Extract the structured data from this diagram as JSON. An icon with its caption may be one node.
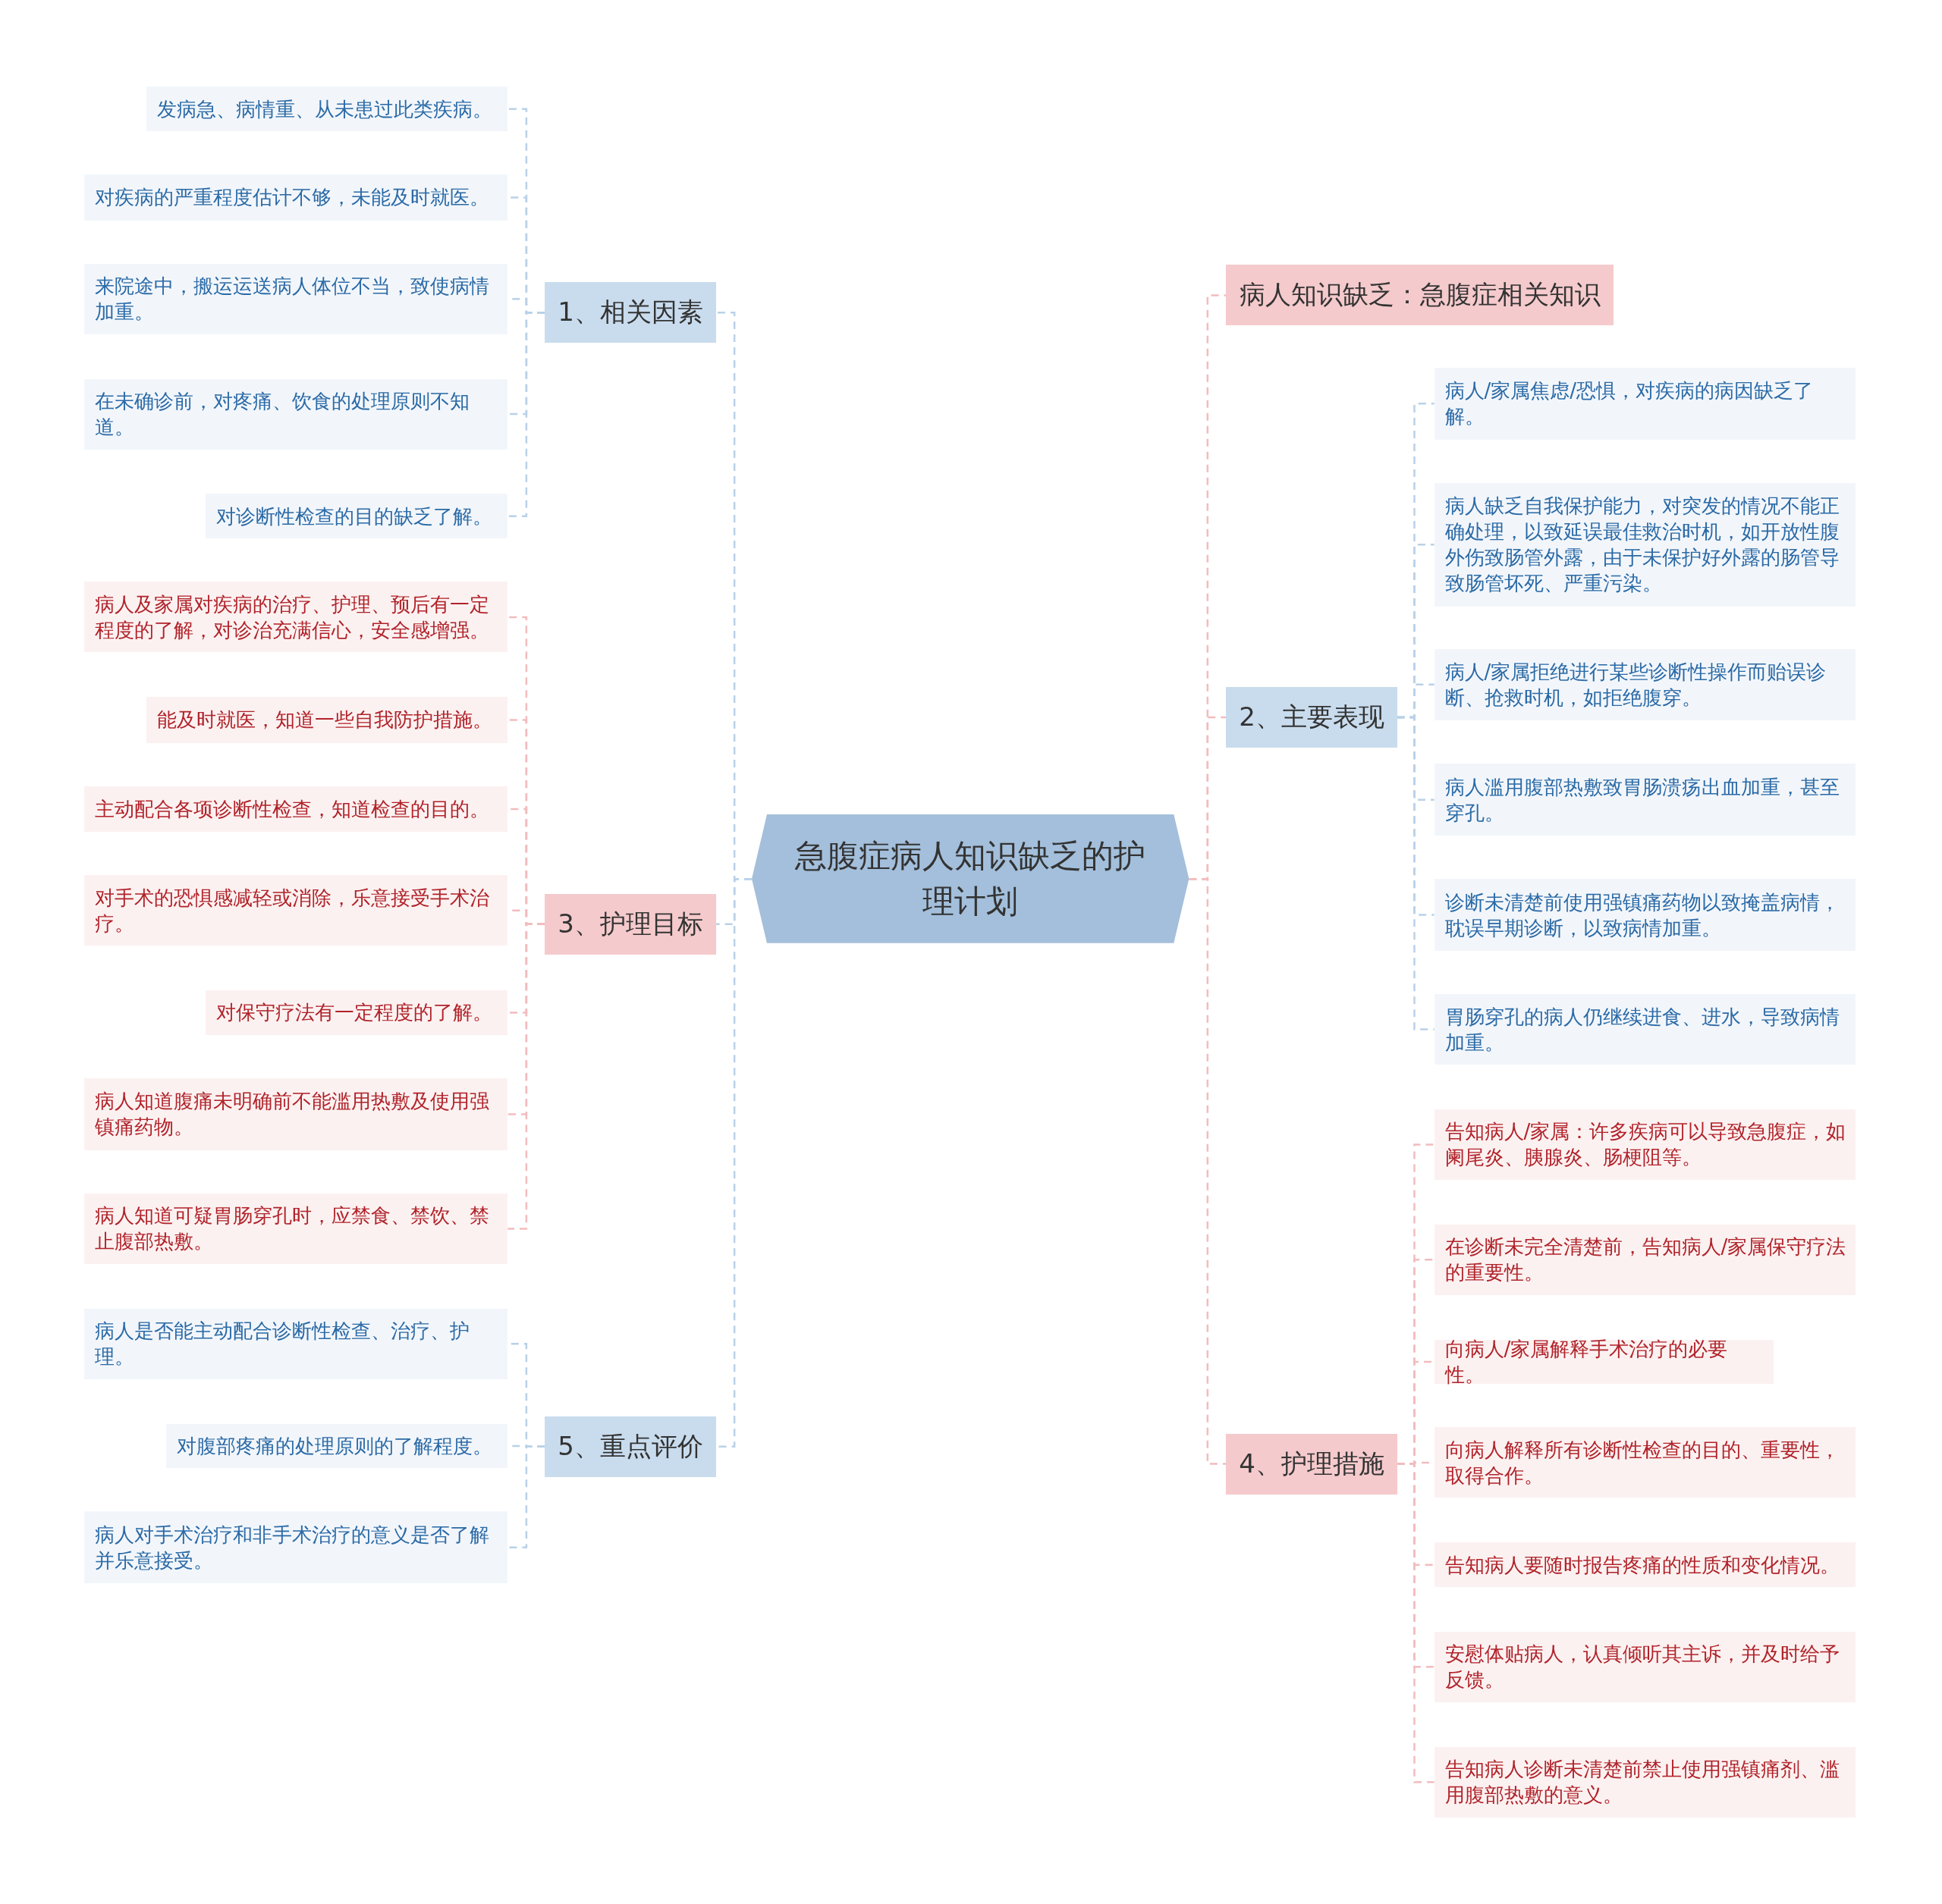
{
  "diagram": {
    "nodes": [
      {
        "text": [
          "急腹症病人知识缺乏的护理计划"
        ]
      },
      {
        "text": [
          "1、相关因素"
        ]
      },
      {
        "text": [
          "发病急、病情重、从未患过此类疾病。"
        ]
      },
      {
        "text": [
          "对疾病的严重程度估计不够，未能及时就医。"
        ]
      },
      {
        "text": [
          "来院途中，搬运运送病人体位不当，致使病情加重。"
        ]
      },
      {
        "text": [
          "在未确诊前，对疼痛、饮食的处理原则不知道。"
        ]
      },
      {
        "text": [
          "对诊断性检查的目的缺乏了解。"
        ]
      },
      {
        "text": [
          "3、护理目标"
        ]
      },
      {
        "text": [
          "病人及家属对疾病的治疗、护理、预后有一定程度的了解，对诊治充满信心，安全感增强。"
        ]
      },
      {
        "text": [
          "能及时就医，知道一些自我防护措施。"
        ]
      },
      {
        "text": [
          "主动配合各项诊断性检查，知道检查的目的。"
        ]
      },
      {
        "text": [
          "对手术的恐惧感减轻或消除，乐意接受手术治疗。"
        ]
      },
      {
        "text": [
          "对保守疗法有一定程度的了解。"
        ]
      },
      {
        "text": [
          "病人知道腹痛未明确前不能滥用热敷及使用强镇痛药物。"
        ]
      },
      {
        "text": [
          "病人知道可疑胃肠穿孔时，应禁食、禁饮、禁止腹部热敷。"
        ]
      },
      {
        "text": [
          "5、重点评价"
        ]
      },
      {
        "text": [
          "病人是否能主动配合诊断性检查、治疗、护理。"
        ]
      },
      {
        "text": [
          "对腹部疼痛的处理原则的了解程度。"
        ]
      },
      {
        "text": [
          "病人对手术治疗和非手术治疗的意义是否了解并乐意接受。"
        ]
      },
      {
        "text": [
          "病人知识缺乏：急腹症相关知识"
        ]
      },
      {
        "text": [
          "2、主要表现"
        ]
      },
      {
        "text": [
          "病人/家属焦虑/恐惧，对疾病的病因缺乏了解。"
        ]
      },
      {
        "text": [
          "病人缺乏自我保护能力，对突发的情况不能正确处理，以致延误最佳救治时机，如开放性腹外伤致肠管外露，由于未保护好外露的肠管导致肠管坏死、严重污染。"
        ]
      },
      {
        "text": [
          "病人/家属拒绝进行某些诊断性操作而贻误诊断、抢救时机，如拒绝腹穿。"
        ]
      },
      {
        "text": [
          "病人滥用腹部热敷致胃肠溃疡出血加重，甚至穿孔。"
        ]
      },
      {
        "text": [
          "诊断未清楚前使用强镇痛药物以致掩盖病情，耽误早期诊断，以致病情加重。"
        ]
      },
      {
        "text": [
          "胃肠穿孔的病人仍继续进食、进水，导致病情加重。"
        ]
      },
      {
        "text": [
          "4、护理措施"
        ]
      },
      {
        "text": [
          "告知病人/家属：许多疾病可以导致急腹症，如阑尾炎、胰腺炎、肠梗阻等。"
        ]
      },
      {
        "text": [
          "在诊断未完全清楚前，告知病人/家属保守疗法的重要性。"
        ]
      },
      {
        "text": [
          "向病人/家属解释手术治疗的必要性。"
        ]
      },
      {
        "text": [
          "向病人解释所有诊断性检查的目的、重要性，取得合作。"
        ]
      },
      {
        "text": [
          "告知病人要随时报告疼痛的性质和变化情况。"
        ]
      },
      {
        "text": [
          "安慰体贴病人，认真倾听其主诉，并及时给予反馈。"
        ]
      },
      {
        "text": [
          "告知病人诊断未清楚前禁止使用强镇痛剂、滥用腹部热敷的意义。"
        ]
      }
    ],
    "edges": [
      {
        "from": 0,
        "to": 1,
        "arrow": "none",
        "style": "dashed",
        "color": "#b9d1e8"
      },
      {
        "from": 1,
        "to": 2,
        "arrow": "none",
        "style": "dashed",
        "color": "#b9d1e8"
      },
      {
        "from": 1,
        "to": 3,
        "arrow": "none",
        "style": "dashed",
        "color": "#b9d1e8"
      },
      {
        "from": 1,
        "to": 4,
        "arrow": "none",
        "style": "dashed",
        "color": "#b9d1e8"
      },
      {
        "from": 1,
        "to": 5,
        "arrow": "none",
        "style": "dashed",
        "color": "#b9d1e8"
      },
      {
        "from": 1,
        "to": 6,
        "arrow": "none",
        "style": "dashed",
        "color": "#b9d1e8"
      },
      {
        "from": 0,
        "to": 7,
        "arrow": "none",
        "style": "dashed",
        "color": "#b9d1e8"
      },
      {
        "from": 7,
        "to": 8,
        "arrow": "none",
        "style": "dashed",
        "color": "#f2bcbe"
      },
      {
        "from": 7,
        "to": 9,
        "arrow": "none",
        "style": "dashed",
        "color": "#f2bcbe"
      },
      {
        "from": 7,
        "to": 10,
        "arrow": "none",
        "style": "dashed",
        "color": "#f2bcbe"
      },
      {
        "from": 7,
        "to": 11,
        "arrow": "none",
        "style": "dashed",
        "color": "#f2bcbe"
      },
      {
        "from": 7,
        "to": 12,
        "arrow": "none",
        "style": "dashed",
        "color": "#f2bcbe"
      },
      {
        "from": 7,
        "to": 13,
        "arrow": "none",
        "style": "dashed",
        "color": "#f2bcbe"
      },
      {
        "from": 7,
        "to": 14,
        "arrow": "none",
        "style": "dashed",
        "color": "#f2bcbe"
      },
      {
        "from": 0,
        "to": 15,
        "arrow": "none",
        "style": "dashed",
        "color": "#b9d1e8"
      },
      {
        "from": 15,
        "to": 16,
        "arrow": "none",
        "style": "dashed",
        "color": "#b9d1e8"
      },
      {
        "from": 15,
        "to": 17,
        "arrow": "none",
        "style": "dashed",
        "color": "#b9d1e8"
      },
      {
        "from": 15,
        "to": 18,
        "arrow": "none",
        "style": "dashed",
        "color": "#b9d1e8"
      },
      {
        "from": 0,
        "to": 19,
        "arrow": "none",
        "style": "dashed",
        "color": "#f2bcbe"
      },
      {
        "from": 0,
        "to": 20,
        "arrow": "none",
        "style": "dashed",
        "color": "#f2bcbe"
      },
      {
        "from": 20,
        "to": 21,
        "arrow": "none",
        "style": "dashed",
        "color": "#b9d1e8"
      },
      {
        "from": 20,
        "to": 22,
        "arrow": "none",
        "style": "dashed",
        "color": "#b9d1e8"
      },
      {
        "from": 20,
        "to": 23,
        "arrow": "none",
        "style": "dashed",
        "color": "#b9d1e8"
      },
      {
        "from": 20,
        "to": 24,
        "arrow": "none",
        "style": "dashed",
        "color": "#b9d1e8"
      },
      {
        "from": 20,
        "to": 25,
        "arrow": "none",
        "style": "dashed",
        "color": "#b9d1e8"
      },
      {
        "from": 20,
        "to": 26,
        "arrow": "none",
        "style": "dashed",
        "color": "#b9d1e8"
      },
      {
        "from": 0,
        "to": 27,
        "arrow": "none",
        "style": "dashed",
        "color": "#f2bcbe"
      },
      {
        "from": 27,
        "to": 28,
        "arrow": "none",
        "style": "dashed",
        "color": "#f2bcbe"
      },
      {
        "from": 27,
        "to": 29,
        "arrow": "none",
        "style": "dashed",
        "color": "#f2bcbe"
      },
      {
        "from": 27,
        "to": 30,
        "arrow": "none",
        "style": "dashed",
        "color": "#f2bcbe"
      },
      {
        "from": 27,
        "to": 31,
        "arrow": "none",
        "style": "dashed",
        "color": "#f2bcbe"
      },
      {
        "from": 27,
        "to": 32,
        "arrow": "none",
        "style": "dashed",
        "color": "#f2bcbe"
      },
      {
        "from": 27,
        "to": 33,
        "arrow": "none",
        "style": "dashed",
        "color": "#f2bcbe"
      },
      {
        "from": 27,
        "to": 34,
        "arrow": "none",
        "style": "dashed",
        "color": "#f2bcbe"
      }
    ]
  }
}
